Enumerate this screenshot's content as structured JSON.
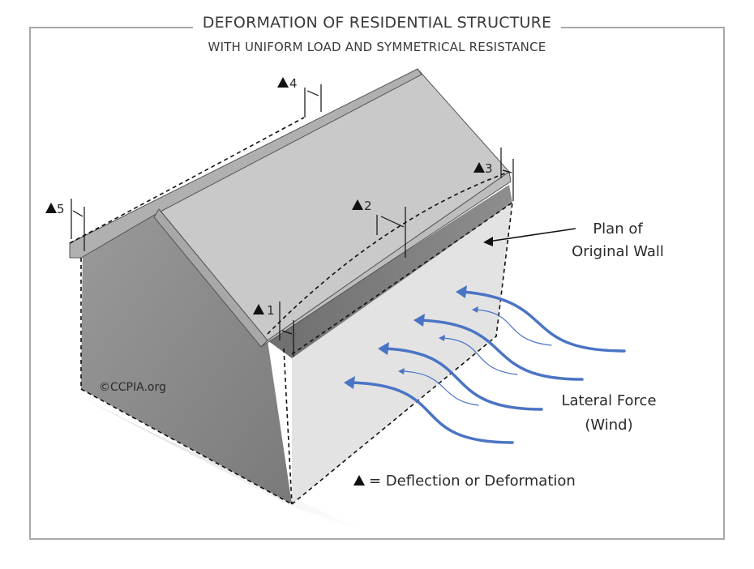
{
  "title": "DEFORMATION OF RESIDENTIAL STRUCTURE",
  "subtitle": "WITH UNIFORM LOAD AND SYMMETRICAL RESISTANCE",
  "labels": {
    "plan_line1": "Plan of",
    "plan_line2": "Original Wall",
    "force_line1": "Lateral Force",
    "force_line2": "(Wind)",
    "legend_text": "= Deflection or Deformation",
    "copyright": "©CCPIA.org"
  },
  "deltas": {
    "d1": "1",
    "d2": "2",
    "d3": "3",
    "d4": "4",
    "d5": "5"
  },
  "colors": {
    "wind_arrow": "#4a74c4",
    "gable_wall": "#8a8a8a",
    "roof": "#c9c9c9",
    "long_wall": "#e3e3e3",
    "frame": "#a9a9a9"
  }
}
